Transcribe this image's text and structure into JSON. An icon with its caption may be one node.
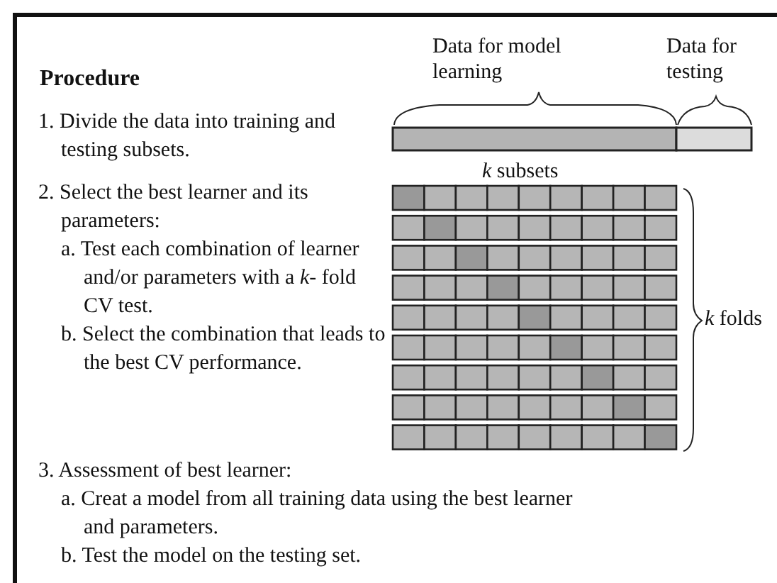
{
  "diagram": {
    "title": "Procedure",
    "labels": [
      "Data for model learning",
      "Data for testing",
      "1. Divide the data into training and testing subsets.",
      "*k* subsets",
      "2. Select the best learner and its parameters:",
      "a. Test each combination of learner and/or parameters with a *k*- fold CV test.",
      "*k* folds",
      "b. Select the combination that leads to the best CV performance.",
      "3. Assessment of best learner:",
      "a. Creat a model from all training data using the best learner and parameters.",
      "b. Test the model on the testing set."
    ]
  }
}
